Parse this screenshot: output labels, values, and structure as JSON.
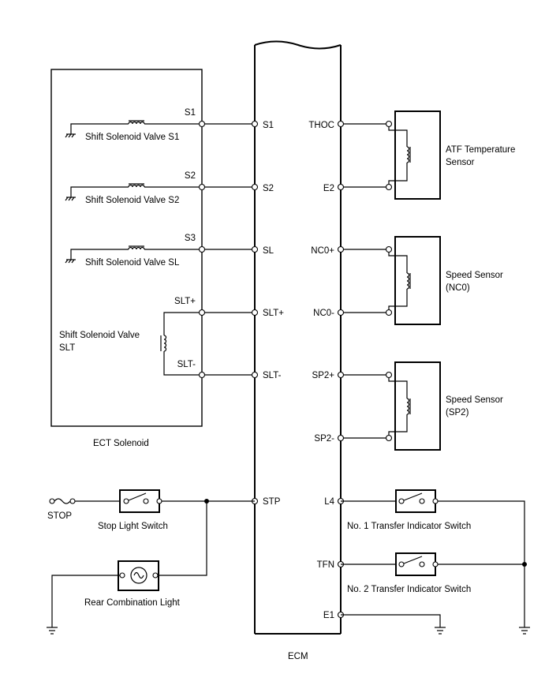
{
  "ecm": {
    "label": "ECM",
    "pins_left": {
      "s1": "S1",
      "s2": "S2",
      "sl": "SL",
      "slt_plus": "SLT+",
      "slt_minus": "SLT-",
      "stp": "STP"
    },
    "pins_right": {
      "thoc": "THOC",
      "e2": "E2",
      "nc0_plus": "NC0+",
      "nc0_minus": "NC0-",
      "sp2_plus": "SP2+",
      "sp2_minus": "SP2-",
      "l4": "L4",
      "tfn": "TFN",
      "e1": "E1"
    }
  },
  "ect_solenoid": {
    "label": "ECT Solenoid",
    "pins": {
      "s1": "S1",
      "s2": "S2",
      "s3": "S3",
      "slt_plus": "SLT+",
      "slt_minus": "SLT-"
    },
    "valves": {
      "s1": "Shift Solenoid Valve S1",
      "s2": "Shift Solenoid Valve S2",
      "sl": "Shift Solenoid Valve SL",
      "slt_line1": "Shift Solenoid Valve",
      "slt_line2": "SLT"
    }
  },
  "sensors": {
    "atf_line1": "ATF Temperature",
    "atf_line2": "Sensor",
    "nc0_line1": "Speed Sensor",
    "nc0_line2": "(NC0)",
    "sp2_line1": "Speed Sensor",
    "sp2_line2": "(SP2)"
  },
  "components": {
    "stop_fuse": "STOP",
    "stop_light_switch": "Stop Light Switch",
    "rear_combination_light": "Rear Combination Light",
    "transfer_switch_1": "No. 1 Transfer Indicator Switch",
    "transfer_switch_2": "No. 2 Transfer Indicator Switch"
  }
}
